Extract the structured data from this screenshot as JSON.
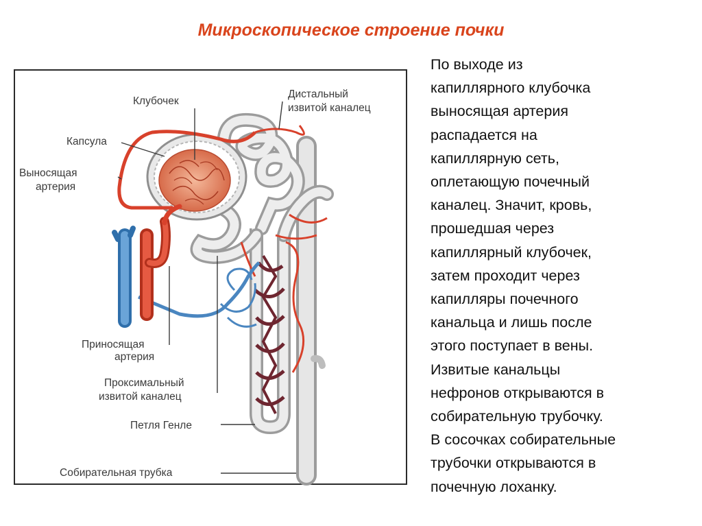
{
  "title": "Микроскопическое строение почки",
  "diagram": {
    "labels": {
      "glomerulus": "Клубочек",
      "distal_tubule_1": "Дистальный",
      "distal_tubule_2": "извитой каналец",
      "capsule": "Капсула",
      "efferent_artery_1": "Выносящая",
      "efferent_artery_2": "артерия",
      "afferent_artery_1": "Приносящая",
      "afferent_artery_2": "артерия",
      "proximal_tubule_1": "Проксимальный",
      "proximal_tubule_2": "извитой каналец",
      "henle_loop": "Петля Генле",
      "collecting_duct": "Собирательная трубка"
    }
  },
  "text": {
    "lines": [
      "По выходе из",
      "капиллярного клубочка",
      "выносящая артерия",
      "распадается на",
      "капиллярную сеть,",
      "оплетающую почечный",
      "каналец. Значит, кровь,",
      "прошедшая через",
      "капиллярный клубочек,",
      "затем проходит через",
      "капилляры почечного",
      "канальца и лишь после",
      "этого поступает в вены.",
      "Извитые канальцы",
      "нефронов открываются в",
      "собирательную трубочку.",
      "В сосочках собирательные",
      "трубочки открываются в",
      "почечную лоханку."
    ]
  },
  "colors": {
    "title": "#d9441c",
    "artery": "#d8412b",
    "vein": "#4a86c0",
    "tubule": "#d6d6d6",
    "dark_vessel": "#6e2630"
  }
}
